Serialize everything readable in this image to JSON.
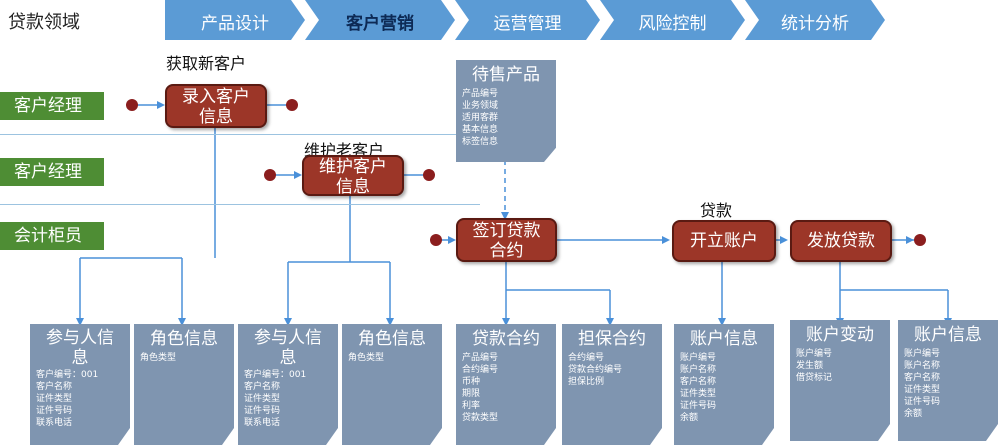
{
  "domain_title": "贷款领域",
  "stages": [
    {
      "label": "产品设计",
      "active": false
    },
    {
      "label": "客户营销",
      "active": true
    },
    {
      "label": "运营管理",
      "active": false
    },
    {
      "label": "风险控制",
      "active": false
    },
    {
      "label": "统计分析",
      "active": false
    }
  ],
  "roles": [
    "客户经理",
    "客户经理",
    "会计柜员"
  ],
  "group_labels": {
    "new_customer": "获取新客户",
    "old_customer": "维护老客户",
    "loan": "贷款"
  },
  "processes": {
    "enter_customer": [
      "录入客户",
      "信息"
    ],
    "maintain_customer": [
      "维护客户",
      "信息"
    ],
    "sign_contract": [
      "签订贷款",
      "合约"
    ],
    "open_account": [
      "开立账户"
    ],
    "disburse_loan": [
      "发放贷款"
    ]
  },
  "product_doc": {
    "title": "待售产品",
    "items": [
      "产品编号",
      "业务领域",
      "适用客群",
      "基本信息",
      "标签信息"
    ]
  },
  "docs": [
    {
      "title": [
        "参与人信",
        "息"
      ],
      "items": [
        "客户编号：001",
        "客户名称",
        "证件类型",
        "证件号码",
        "联系电话"
      ]
    },
    {
      "title": [
        "角色信息"
      ],
      "items": [
        "角色类型"
      ]
    },
    {
      "title": [
        "参与人信",
        "息"
      ],
      "items": [
        "客户编号：001",
        "客户名称",
        "证件类型",
        "证件号码",
        "联系电话"
      ]
    },
    {
      "title": [
        "角色信息"
      ],
      "items": [
        "角色类型"
      ]
    },
    {
      "title": [
        "贷款合约"
      ],
      "items": [
        "产品编号",
        "合约编号",
        "币种",
        "期限",
        "利率",
        "贷款类型"
      ]
    },
    {
      "title": [
        "担保合约"
      ],
      "items": [
        "合约编号",
        "贷款合约编号",
        "担保比例"
      ]
    },
    {
      "title": [
        "账户信息"
      ],
      "items": [
        "账户编号",
        "账户名称",
        "客户名称",
        "证件类型",
        "证件号码",
        "余额"
      ]
    },
    {
      "title": [
        "账户变动"
      ],
      "items": [
        "账户编号",
        "发生额",
        "借贷标记"
      ]
    },
    {
      "title": [
        "账户信息"
      ],
      "items": [
        "账户编号",
        "账户名称",
        "客户名称",
        "证件类型",
        "证件号码",
        "余额"
      ]
    }
  ],
  "colors": {
    "stage_fill": "#5b9bd5",
    "stage_active_text": "#0d2a55",
    "role_fill": "#4e8d34",
    "process_fill": "#9c3628",
    "doc_fill": "#7f95b0",
    "connector": "#4a90d9",
    "endpoint": "#8b1e1e"
  }
}
